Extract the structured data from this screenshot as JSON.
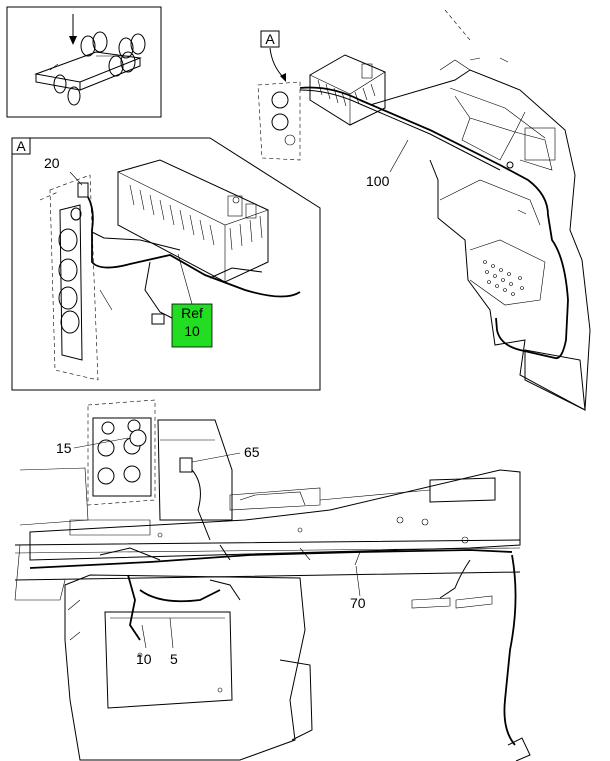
{
  "inset_a_tag": "A",
  "detail_a_tag": "A",
  "callouts": {
    "c20": "20",
    "c100": "100",
    "c15": "15",
    "c65": "65",
    "c70": "70",
    "c10": "10",
    "c5": "5"
  },
  "ref_box": {
    "line1": "Ref",
    "line2": "10",
    "color": "#22dd22"
  }
}
